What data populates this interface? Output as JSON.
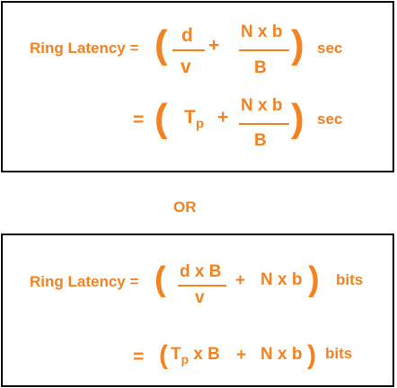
{
  "colors": {
    "text": "#f58220",
    "border": "#000000",
    "background": "#ffffff"
  },
  "formula1": {
    "label": "Ring Latency =",
    "line1": {
      "open_paren": "(",
      "frac1_num": "d",
      "frac1_den": "v",
      "plus": "+",
      "frac2_num": "N x b",
      "frac2_den": "B",
      "close_paren": ")",
      "unit": "sec"
    },
    "line2": {
      "equals": "=",
      "open_paren": "(",
      "term_main": "T",
      "term_sub": "p",
      "plus": "+",
      "frac_num": "N x b",
      "frac_den": "B",
      "close_paren": ")",
      "unit": "sec"
    }
  },
  "separator": "OR",
  "formula2": {
    "label": "Ring Latency =",
    "line1": {
      "open_paren": "(",
      "frac_num": "d x B",
      "frac_den": "v",
      "plus": "+",
      "term": "N x b",
      "close_paren": ")",
      "unit": "bits"
    },
    "line2": {
      "equals": "=",
      "open_paren": "(",
      "term_main": "T",
      "term_sub": "p",
      "term_rest": " x B",
      "plus": "+",
      "term": "N x b",
      "close_paren": ")",
      "unit": "bits"
    }
  }
}
